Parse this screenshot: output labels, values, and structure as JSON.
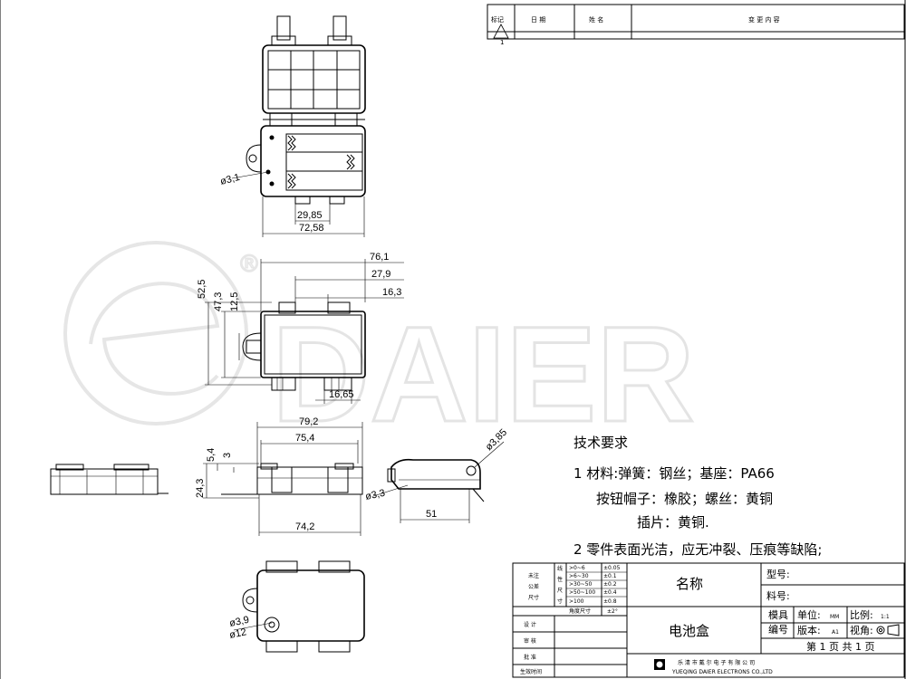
{
  "watermark": {
    "brand": "DAIER",
    "registered": "®"
  },
  "revision_header": {
    "mark": "标记",
    "date": "日 期",
    "name": "姓 名",
    "change": "变 更 内 容",
    "rev_number": "1"
  },
  "dimensions": {
    "top_view": {
      "hole": "ø3,1",
      "inner": "29,85",
      "outer": "72,58"
    },
    "front_view": {
      "w1": "76,1",
      "w2": "27,9",
      "w3": "16,3",
      "h1": "52,5",
      "h2": "47,3",
      "h3": "12,5",
      "bottom": "16,65"
    },
    "side_view": {
      "w1": "79,2",
      "w2": "75,4",
      "h1": "5,4",
      "h2": "3",
      "h3": "24,3",
      "bottom": "74,2"
    },
    "right_view": {
      "d1": "ø3,85",
      "d2": "ø3,3",
      "w": "51"
    },
    "bottom_view": {
      "d1": "ø3,9",
      "d2": "ø12"
    }
  },
  "tech_requirements": {
    "heading": "技术要求",
    "line1": "1 材料:弹簧：钢丝；基座：PA66",
    "line2": "按钮帽子：橡胶；螺丝：黄铜",
    "line3": "插片：黄铜.",
    "line4": "2 零件表面光洁，应无冲裂、压痕等缺陷;"
  },
  "title_block": {
    "tolerance_label": [
      "未注",
      "公差",
      "尺寸"
    ],
    "tolerance_label2": [
      "线",
      "性",
      "尺",
      "寸"
    ],
    "ranges": [
      ">0~6",
      ">6~30",
      ">30~50",
      ">50~100",
      ">100"
    ],
    "tolerances": [
      "±0.05",
      "±0.1",
      "±0.2",
      "±0.4",
      "±0.8"
    ],
    "angle_label": "角度尺寸",
    "angle_tol": "±2°",
    "name_label": "名称",
    "part_name": "电池盒",
    "model_label": "型号:",
    "material_label": "料号:",
    "mold_label": [
      "模具",
      "编号"
    ],
    "unit_label": "单位:",
    "unit_value": "MM",
    "scale_label": "比例:",
    "scale_value": "1:1",
    "version_label": "版本:",
    "version_value": "A1",
    "view_label": "视角:",
    "page_text": "第 1 页 共 1 页",
    "roles": [
      "设 计",
      "审 核",
      "批 准",
      "生效时间"
    ],
    "company_cn": "乐 清 市 戴 尔 电 子 有 限 公 司",
    "company_en": "YUEQING DAIER ELECTRONS CO.,LTD"
  }
}
